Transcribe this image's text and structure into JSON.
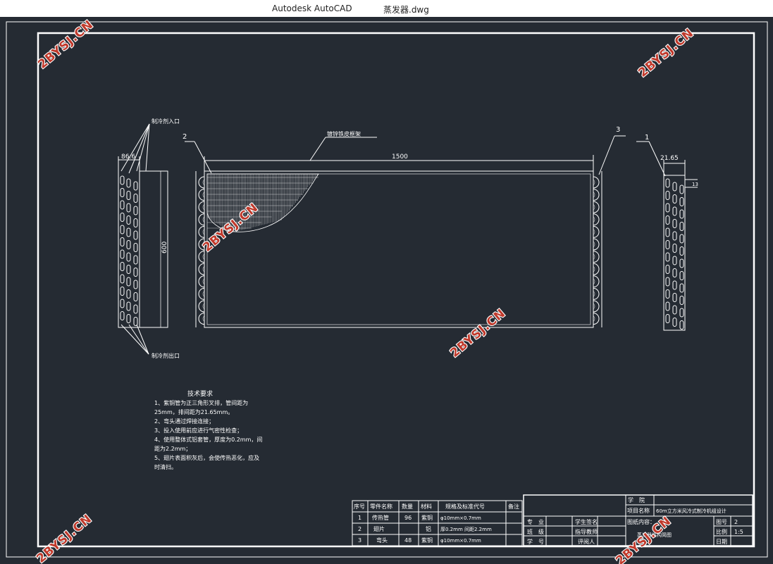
{
  "window": {
    "app_title": "Autodesk AutoCAD",
    "document_title": "蒸发器.dwg"
  },
  "watermark": "2BYSJ.CN",
  "drawing": {
    "labels": {
      "refrigerant_inlet": "制冷剂入口",
      "refrigerant_outlet": "制冷剂出口",
      "frame": "镀锌铁皮框架",
      "dim_length": "1500",
      "dim_height": "600",
      "dim_left_width": "86.6",
      "dim_right_width": "21.65",
      "dim_right_small": "13",
      "callout_1": "1",
      "callout_2": "2",
      "callout_3": "3"
    },
    "tech_requirements": {
      "title": "技术要求",
      "lines": [
        "1、紫铜管为正三角形叉排，管间距为",
        "25mm，排间距为21.65mm。",
        "2、弯头通过焊接连接；",
        "3、投入使用前应进行气密性检查；",
        "4、使用整体式铝套管，厚度为0.2mm，间",
        "距为2.2mm；",
        "5、翅片表面积灰后，会使传热恶化，应及",
        "时清扫。"
      ]
    },
    "parts_table": {
      "headers": [
        "序号",
        "零件名称",
        "数量",
        "材料",
        "规格及标准代号",
        "备注"
      ],
      "rows": [
        [
          "1",
          "传热管",
          "96",
          "紫铜",
          "φ10mm×0.7mm",
          ""
        ],
        [
          "2",
          "翅片",
          "",
          "铝",
          "厚0.2mm 间距2.2mm",
          ""
        ],
        [
          "3",
          "弯头",
          "48",
          "紫铜",
          "φ10mm×0.7mm",
          ""
        ]
      ]
    },
    "title_block": {
      "school_label": "学　院",
      "project_label": "项目名称",
      "project_value": "60m立方米风冷式制冷机组设计",
      "drawing_content_label": "图纸内容：",
      "drawing_content_value": "蒸发器结构简图",
      "major_label": "专　业",
      "class_label": "班　级",
      "student_no_label": "学　号",
      "student_sign_label": "学生签名",
      "advisor_sign_label": "指导教师",
      "reviewer_label": "评阅人",
      "sheet_no_label": "图号",
      "sheet_no_value": "2",
      "scale_label": "比例",
      "scale_value": "1:5",
      "date_label": "日期"
    }
  }
}
